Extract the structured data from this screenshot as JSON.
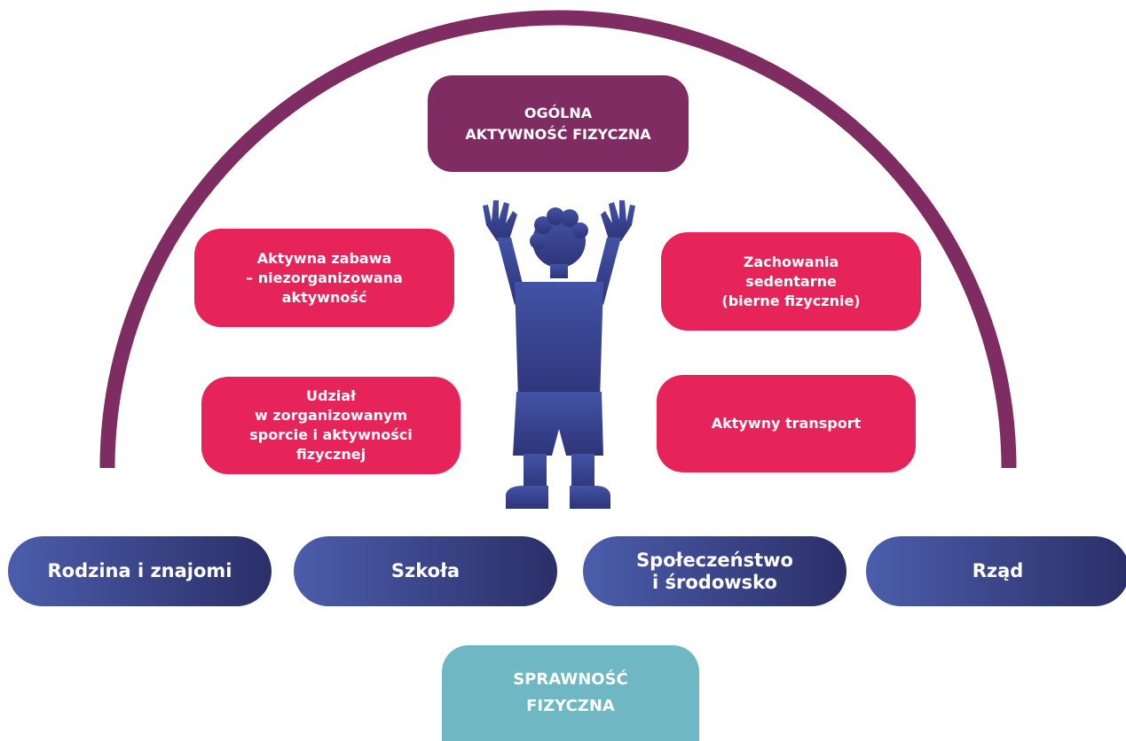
{
  "colors": {
    "arc": "#7e2c62",
    "top_box": "#7e2c62",
    "factor_boxes": "#e6245a",
    "pills_gradient_start": "#4b5dab",
    "pills_gradient_end": "#2b2f68",
    "bottom_box": "#6fb7c3",
    "child_silhouette": "#3a4597"
  },
  "diagram": {
    "top_box": "OGÓLNA\nAKTYWNOŚĆ FIZYCZNA",
    "factors": {
      "top_left": "Aktywna zabawa\n– niezorganizowana\naktywność",
      "bottom_left": "Udział\nw zorganizowanym\nsporcie i aktywności\nfizycznej",
      "top_right": "Zachowania\nsedentarne\n(bierne fizycznie)",
      "bottom_right": "Aktywny transport"
    },
    "central_figure": "child-silhouette-icon",
    "pillars": [
      "Rodzina i znajomi",
      "Szkoła",
      "Społeczeństwo\ni środowsko",
      "Rząd"
    ],
    "bottom_box": "SPRAWNOŚĆ\nFIZYCZNA"
  }
}
